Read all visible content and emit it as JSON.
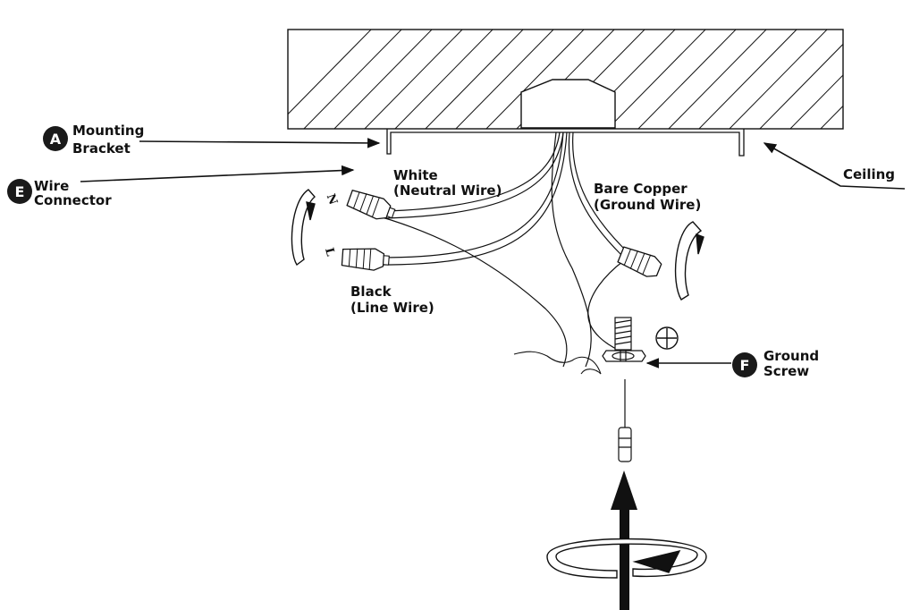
{
  "callouts": {
    "mounting_bracket": {
      "badge": "A",
      "line1": "Mounting",
      "line2": "Bracket"
    },
    "wire_connector": {
      "badge": "E",
      "line1": "Wire",
      "line2": "Connector"
    },
    "ground_screw": {
      "badge": "F",
      "line1": "Ground",
      "line2": "Screw"
    },
    "ceiling": {
      "label": "Ceiling"
    }
  },
  "wires": {
    "white": {
      "line1": "White",
      "line2": "(Neutral Wire)"
    },
    "black": {
      "line1": "Black",
      "line2": "(Line Wire)"
    },
    "ground": {
      "line1": "Bare Copper",
      "line2": "(Ground Wire)"
    }
  },
  "connector_marks": {
    "neutral": "N",
    "line": "L"
  },
  "colors": {
    "ink": "#111111",
    "badge_fill": "#1a1a1a",
    "background": "#ffffff"
  }
}
